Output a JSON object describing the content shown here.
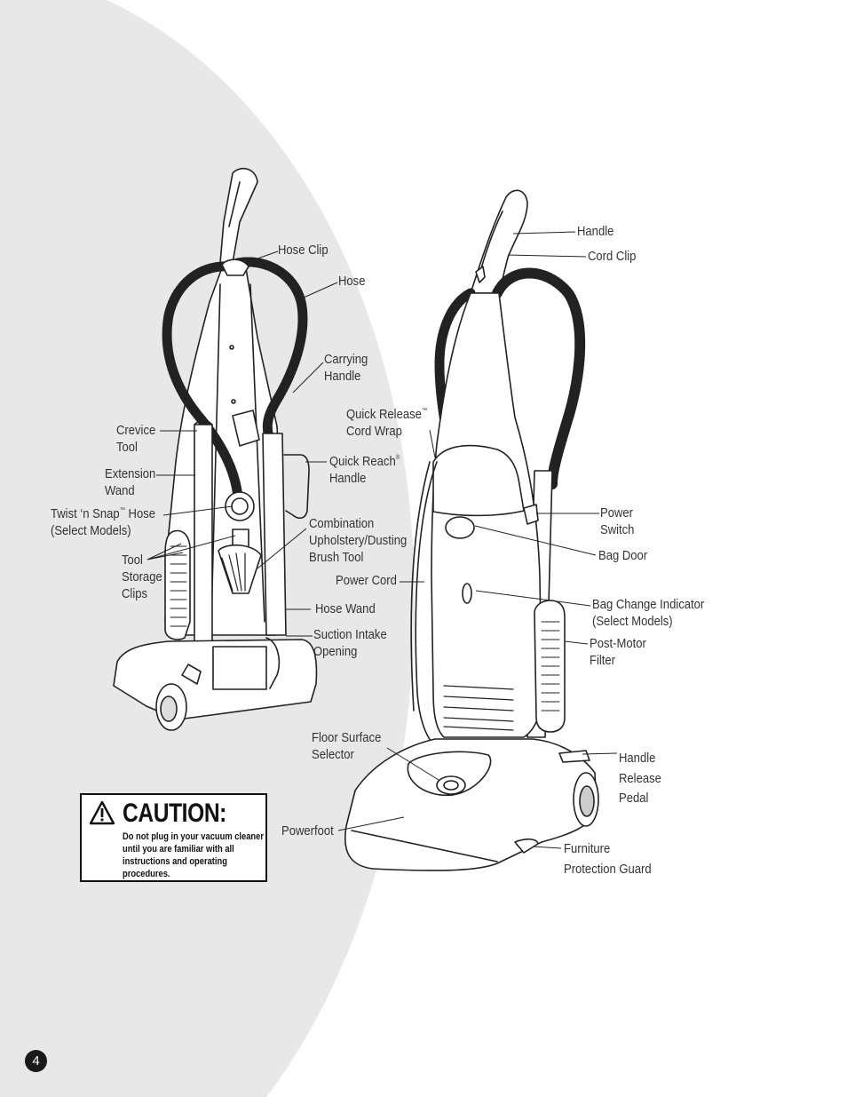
{
  "labels": {
    "hose_clip": "Hose Clip",
    "hose": "Hose",
    "carrying_handle": [
      "Carrying",
      "Handle"
    ],
    "crevice_tool": [
      "Crevice",
      "Tool"
    ],
    "extension_wand": [
      "Extension",
      "Wand"
    ],
    "twist_snap": [
      "Twist ‘n Snap",
      "™",
      " Hose",
      "(Select Models)"
    ],
    "tool_storage_clips": [
      "Tool",
      "Storage",
      "Clips"
    ],
    "quick_release": [
      "Quick Release",
      "™",
      "Cord Wrap"
    ],
    "quick_reach": [
      "Quick Reach",
      "®",
      "Handle"
    ],
    "combination_tool": [
      "Combination",
      "Upholstery/Dusting",
      "Brush Tool"
    ],
    "power_cord": "Power Cord",
    "hose_wand": "Hose Wand",
    "suction_intake": [
      "Suction Intake",
      "Opening"
    ],
    "handle": "Handle",
    "cord_clip": "Cord Clip",
    "power_switch": [
      "Power",
      "Switch"
    ],
    "bag_door": "Bag Door",
    "bag_change_indicator": [
      "Bag Change Indicator",
      "(Select Models)"
    ],
    "post_motor_filter": [
      "Post-Motor",
      "Filter"
    ],
    "floor_surface_selector": [
      "Floor Surface",
      "Selector"
    ],
    "handle_release_pedal": [
      "Handle",
      "Release",
      "Pedal"
    ],
    "powerfoot": "Powerfoot",
    "furniture_guard": [
      "Furniture",
      "Protection Guard"
    ]
  },
  "caution": {
    "title": "CAUTION:",
    "text": "Do not plug in your vacuum cleaner until you are familiar with all instructions and operating procedures."
  },
  "page_number": "4",
  "icons": [
    "warning-triangle-icon"
  ]
}
